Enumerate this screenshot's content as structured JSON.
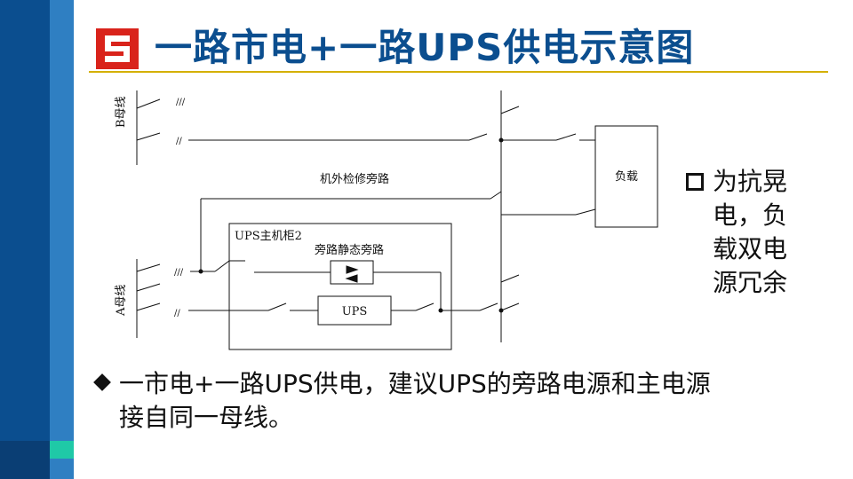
{
  "slide": {
    "title": "一路市电+一路UPS供电示意图",
    "logo_glyph": "S",
    "side_note": "为抗晃电，负载双电源冗余",
    "bullet_line1": "一市电+一路UPS供电，建议UPS的旁路电源和主电源",
    "bullet_line2": "接自同一母线。"
  },
  "diagram": {
    "bus_b_label": "B母线",
    "bus_a_label": "A母线",
    "external_bypass_label": "机外检修旁路",
    "ups_cabinet_label": "UPS主机柜2",
    "static_bypass_label": "旁路静态旁路",
    "ups_label": "UPS",
    "load_label": "负载"
  },
  "colors": {
    "brand_blue": "#0b4e8f",
    "logo_red": "#d9231b",
    "rule_gold": "#d4b000",
    "accent_teal": "#1fc9a7"
  }
}
